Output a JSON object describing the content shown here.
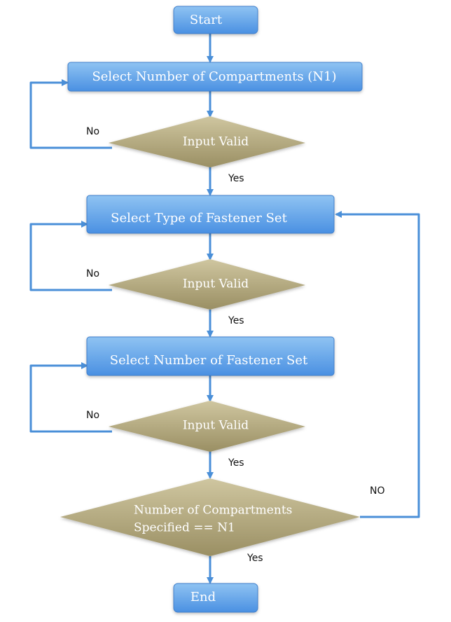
{
  "colors": {
    "process_fill_top": "#8fc3f2",
    "process_fill_bottom": "#4a90e2",
    "process_stroke": "#3f7fcc",
    "decision_fill_top": "#cfc6a0",
    "decision_fill_bottom": "#9a8f63",
    "connector": "#4a8fd8"
  },
  "nodes": {
    "start": "Start",
    "select_compartments": "Select Number of Compartments (N1)",
    "input_valid_1": "Input Valid",
    "select_type": "Select Type of Fastener Set",
    "input_valid_2": "Input Valid",
    "select_number": "Select Number of Fastener Set",
    "input_valid_3": "Input Valid",
    "compartments_check_line1": "Number of Compartments",
    "compartments_check_line2": "Specified == N1",
    "end": "End"
  },
  "edge_labels": {
    "no_1": "No",
    "yes_1": "Yes",
    "no_2": "No",
    "yes_2": "Yes",
    "no_3": "No",
    "yes_3": "Yes",
    "no_final": "NO",
    "yes_final": "Yes"
  }
}
